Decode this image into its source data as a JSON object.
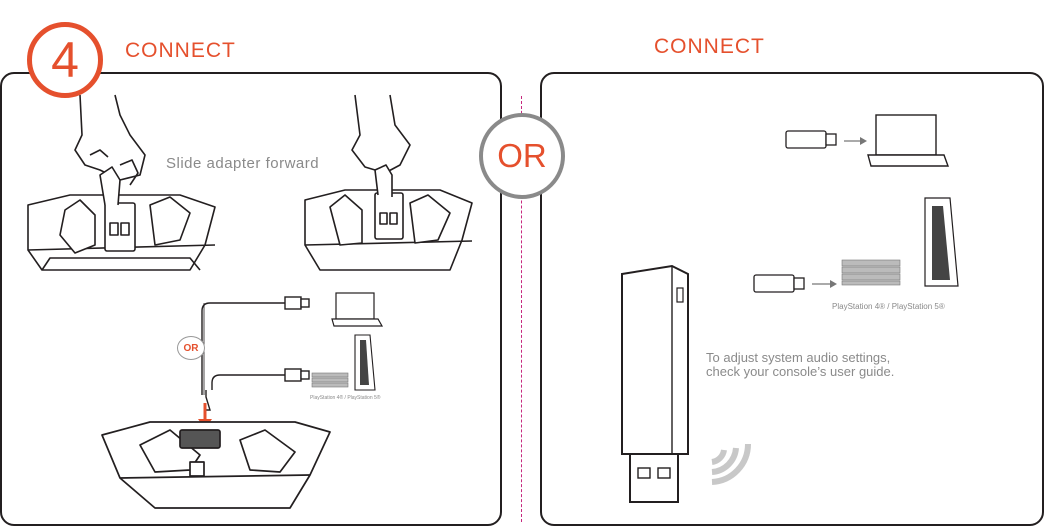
{
  "step": {
    "number": "4",
    "heading": "CONNECT"
  },
  "left_panel": {
    "instruction": "Slide adapter forward",
    "or_badge": "OR",
    "console_label": "PlayStation 4® / PlayStation 5®"
  },
  "center": {
    "or_label": "OR"
  },
  "right_panel": {
    "heading": "CONNECT",
    "console_label": "PlayStation 4® / PlayStation 5®",
    "note_line1": "To adjust system audio settings,",
    "note_line2": "check your console’s user guide."
  },
  "colors": {
    "accent": "#e5502d",
    "divider": "#c6287e",
    "outline": "#231f20",
    "gray": "#8a8a8a"
  },
  "icons": [
    "hand-icon",
    "charging-dock-icon",
    "usb-cable-icon",
    "laptop-icon",
    "console-icon",
    "usb-dongle-icon",
    "wireless-signal-icon",
    "arrow-icon"
  ]
}
